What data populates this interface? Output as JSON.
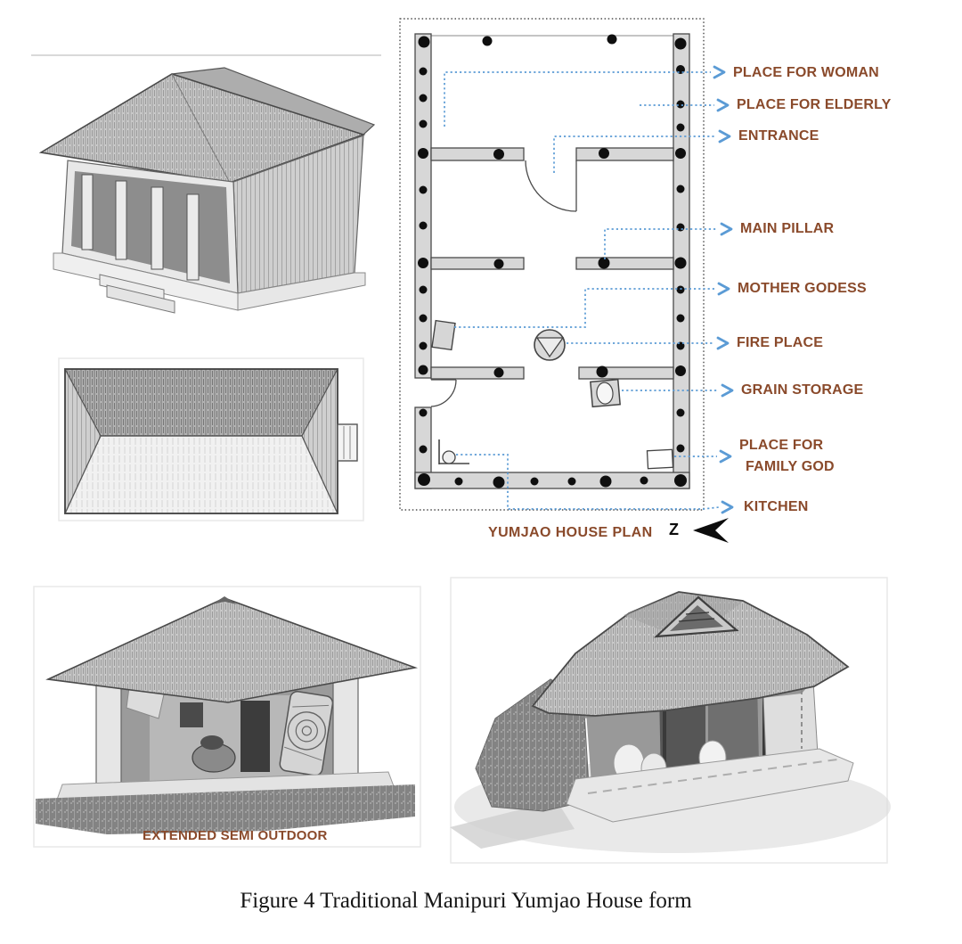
{
  "figure": {
    "caption": "Figure 4 Traditional Manipuri Yumjao House form"
  },
  "plan": {
    "title": "YUMJAO HOUSE PLAN",
    "north_indicator": "Z",
    "labels": [
      {
        "text": "PLACE FOR WOMAN"
      },
      {
        "text": "PLACE FOR ELDERLY"
      },
      {
        "text": "ENTRANCE"
      },
      {
        "text": "MAIN PILLAR"
      },
      {
        "text": "MOTHER GODESS"
      },
      {
        "text": "FIRE PLACE"
      },
      {
        "text": "GRAIN STORAGE"
      },
      {
        "text": "PLACE FOR",
        "text2": "FAMILY GOD"
      },
      {
        "text": "KITCHEN"
      }
    ],
    "colors": {
      "label_brown": "#8a4a2b",
      "leader_blue": "#5b9bd5",
      "wall_gray": "#d7d7d7",
      "pillar_black": "#0f0f0f"
    }
  },
  "sketches": {
    "extended_semi_outdoor_label": "EXTENDED SEMI OUTDOOR"
  }
}
